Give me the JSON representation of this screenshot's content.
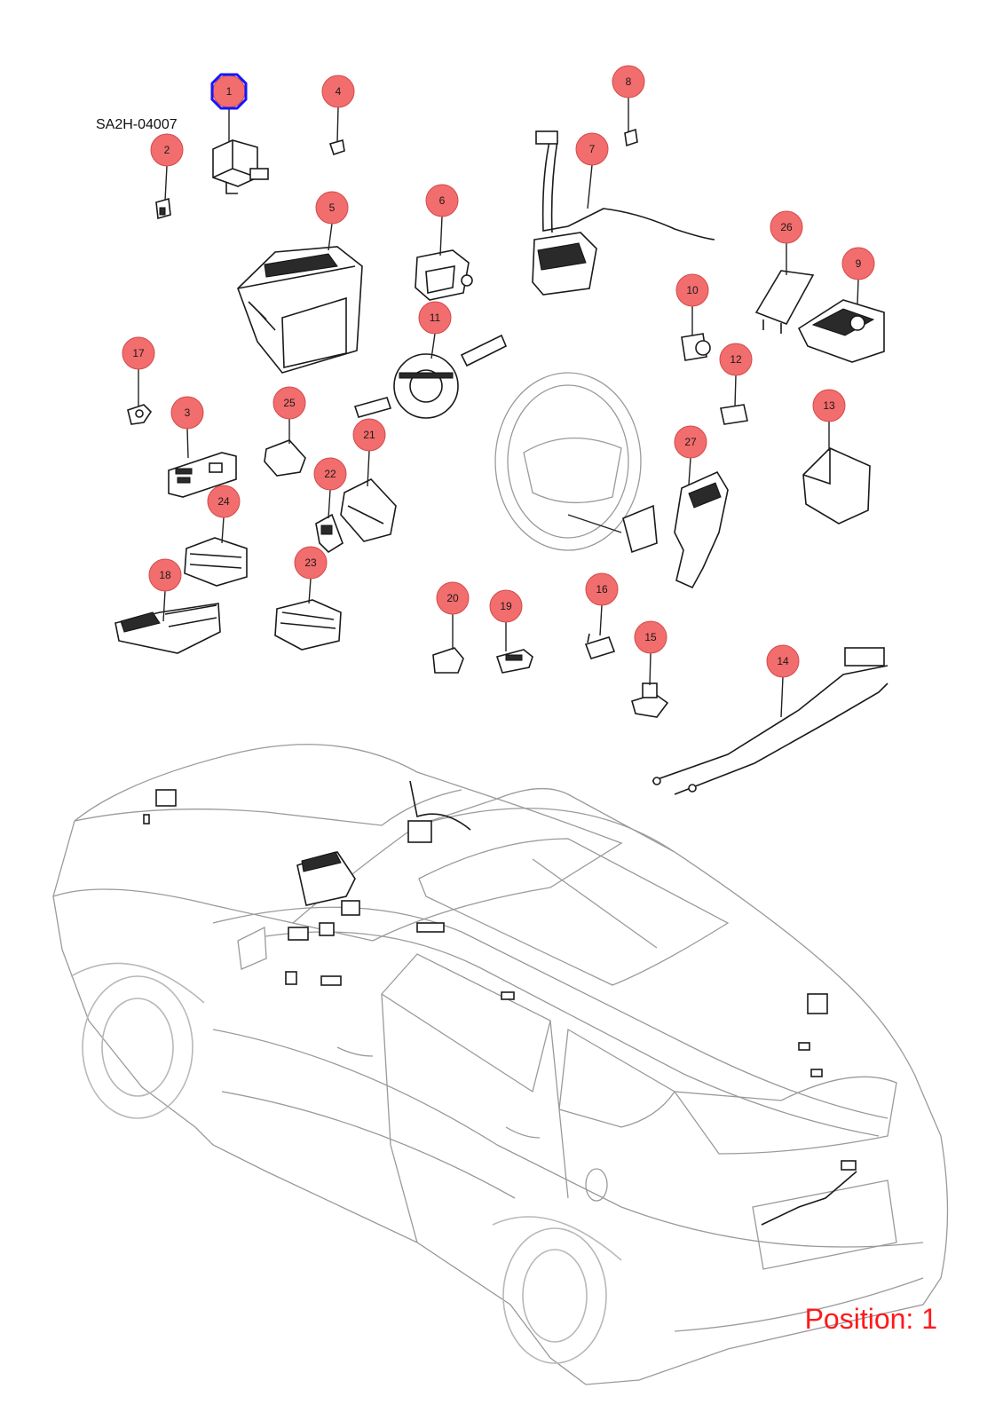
{
  "diagram_code": "SA2H-04007",
  "position_label": "Position: 1",
  "selected_position": "1",
  "colors": {
    "callout_fill": "#f26d6d",
    "selected_outline": "#1515ff",
    "position_text": "#ff1a1a"
  },
  "callouts": [
    {
      "id": "1",
      "number": "1",
      "selected": true
    },
    {
      "id": "2",
      "number": "2"
    },
    {
      "id": "3",
      "number": "3"
    },
    {
      "id": "4",
      "number": "4"
    },
    {
      "id": "5",
      "number": "5"
    },
    {
      "id": "6",
      "number": "6"
    },
    {
      "id": "7",
      "number": "7"
    },
    {
      "id": "8",
      "number": "8"
    },
    {
      "id": "9",
      "number": "9"
    },
    {
      "id": "10",
      "number": "10"
    },
    {
      "id": "11",
      "number": "11"
    },
    {
      "id": "12",
      "number": "12"
    },
    {
      "id": "13",
      "number": "13"
    },
    {
      "id": "14",
      "number": "14"
    },
    {
      "id": "15",
      "number": "15"
    },
    {
      "id": "16",
      "number": "16"
    },
    {
      "id": "17",
      "number": "17"
    },
    {
      "id": "18",
      "number": "18"
    },
    {
      "id": "19",
      "number": "19"
    },
    {
      "id": "20",
      "number": "20"
    },
    {
      "id": "21",
      "number": "21"
    },
    {
      "id": "22",
      "number": "22"
    },
    {
      "id": "23",
      "number": "23"
    },
    {
      "id": "24",
      "number": "24"
    },
    {
      "id": "25",
      "number": "25"
    },
    {
      "id": "26",
      "number": "26"
    },
    {
      "id": "27",
      "number": "27"
    }
  ]
}
